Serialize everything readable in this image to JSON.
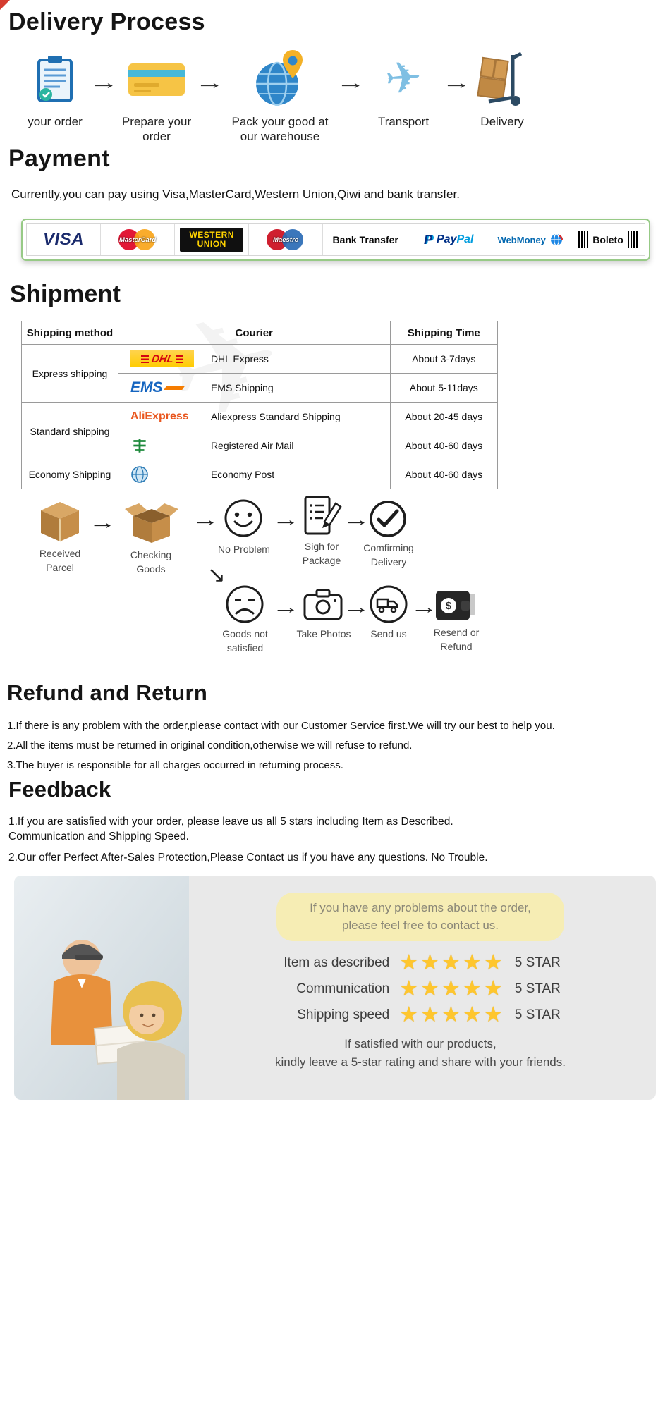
{
  "delivery_process": {
    "title": "Delivery Process",
    "steps": [
      {
        "label": "your order",
        "icon": "clipboard-order-icon"
      },
      {
        "label": "Prepare your order",
        "icon": "credit-card-icon"
      },
      {
        "label": "Pack your good at our warehouse",
        "icon": "globe-pin-icon"
      },
      {
        "label": "Transport",
        "icon": "airplane-icon"
      },
      {
        "label": "Delivery",
        "icon": "hand-truck-icon"
      }
    ]
  },
  "payment": {
    "title": "Payment",
    "description": "Currently,you can pay using Visa,MasterCard,Western Union,Qiwi and bank transfer.",
    "logos": {
      "visa": "VISA",
      "mastercard": "MasterCard",
      "western_union_top": "WESTERN",
      "western_union_bottom": "UNION",
      "maestro": "Maestro",
      "bank_transfer": "Bank Transfer",
      "paypal_icon": "P",
      "paypal_pay": "Pay",
      "paypal_pal": "Pal",
      "webmoney": "WebMoney",
      "boleto": "Boleto"
    }
  },
  "shipment": {
    "title": "Shipment",
    "table": {
      "headers": [
        "Shipping method",
        "Courier",
        "Shipping Time"
      ],
      "rows": [
        {
          "method": "Express shipping",
          "logo_text": "DHL",
          "logo_icon": "dhl-logo",
          "courier": "DHL Express",
          "time": "About 3-7days"
        },
        {
          "logo_text": "EMS",
          "logo_icon": "ems-logo",
          "courier": "EMS Shipping",
          "time": "About 5-11days"
        },
        {
          "method": "Standard shipping",
          "logo_text": "AliExpress",
          "logo_icon": "aliexpress-logo",
          "courier": "Aliexpress Standard Shipping",
          "time": "About 20-45 days"
        },
        {
          "logo_icon": "china-post-emblem",
          "courier": "Registered Air Mail",
          "time": "About 40-60 days"
        },
        {
          "method": "Economy Shipping",
          "logo_icon": "un-globe-emblem",
          "courier": "Economy Post",
          "time": "About 40-60 days"
        }
      ]
    }
  },
  "inspection_flow": {
    "received": "Received Parcel",
    "checking": "Checking Goods",
    "no_problem": "No Problem",
    "sigh": "Sigh for Package",
    "confirm": "Comfirming Delivery",
    "not_satisfied": "Goods not satisfied",
    "take_photos": "Take Photos",
    "send_us": "Send us",
    "resend": "Resend or Refund"
  },
  "refund": {
    "title": "Refund and Return",
    "items": [
      "1.If there is any problem with the order,please contact with our Customer Service first.We will try our best to help you.",
      "2.All the items must be returned in original condition,otherwise we will refuse to refund.",
      "3.The buyer is responsible for all charges occurred in returning process."
    ]
  },
  "feedback": {
    "title": "Feedback",
    "items": [
      "1.If you are satisfied with your order, please leave us all 5 stars including Item as Described. Communication and Shipping Speed.",
      "2.Our offer Perfect After-Sales Protection,Please Contact us if you have any questions. No Trouble."
    ]
  },
  "feedback_card": {
    "bubble_line1": "If you have any problems about the order,",
    "bubble_line2": "please feel free to contact us.",
    "ratings": [
      {
        "label": "Item as described",
        "stars": "★★★★★",
        "value": "5 STAR"
      },
      {
        "label": "Communication",
        "stars": "★★★★★",
        "value": "5 STAR"
      },
      {
        "label": "Shipping speed",
        "stars": "★★★★★",
        "value": "5 STAR"
      }
    ],
    "footer_line1": "If satisfied with our products,",
    "footer_line2": "kindly leave a 5-star rating and share with your friends."
  },
  "colors": {
    "star_gold": "#fec62e",
    "bubble_yellow": "#f6edb4",
    "card_gray": "#e9e9e9",
    "payment_border_green": "#97ca86",
    "heading_black": "#151515"
  }
}
